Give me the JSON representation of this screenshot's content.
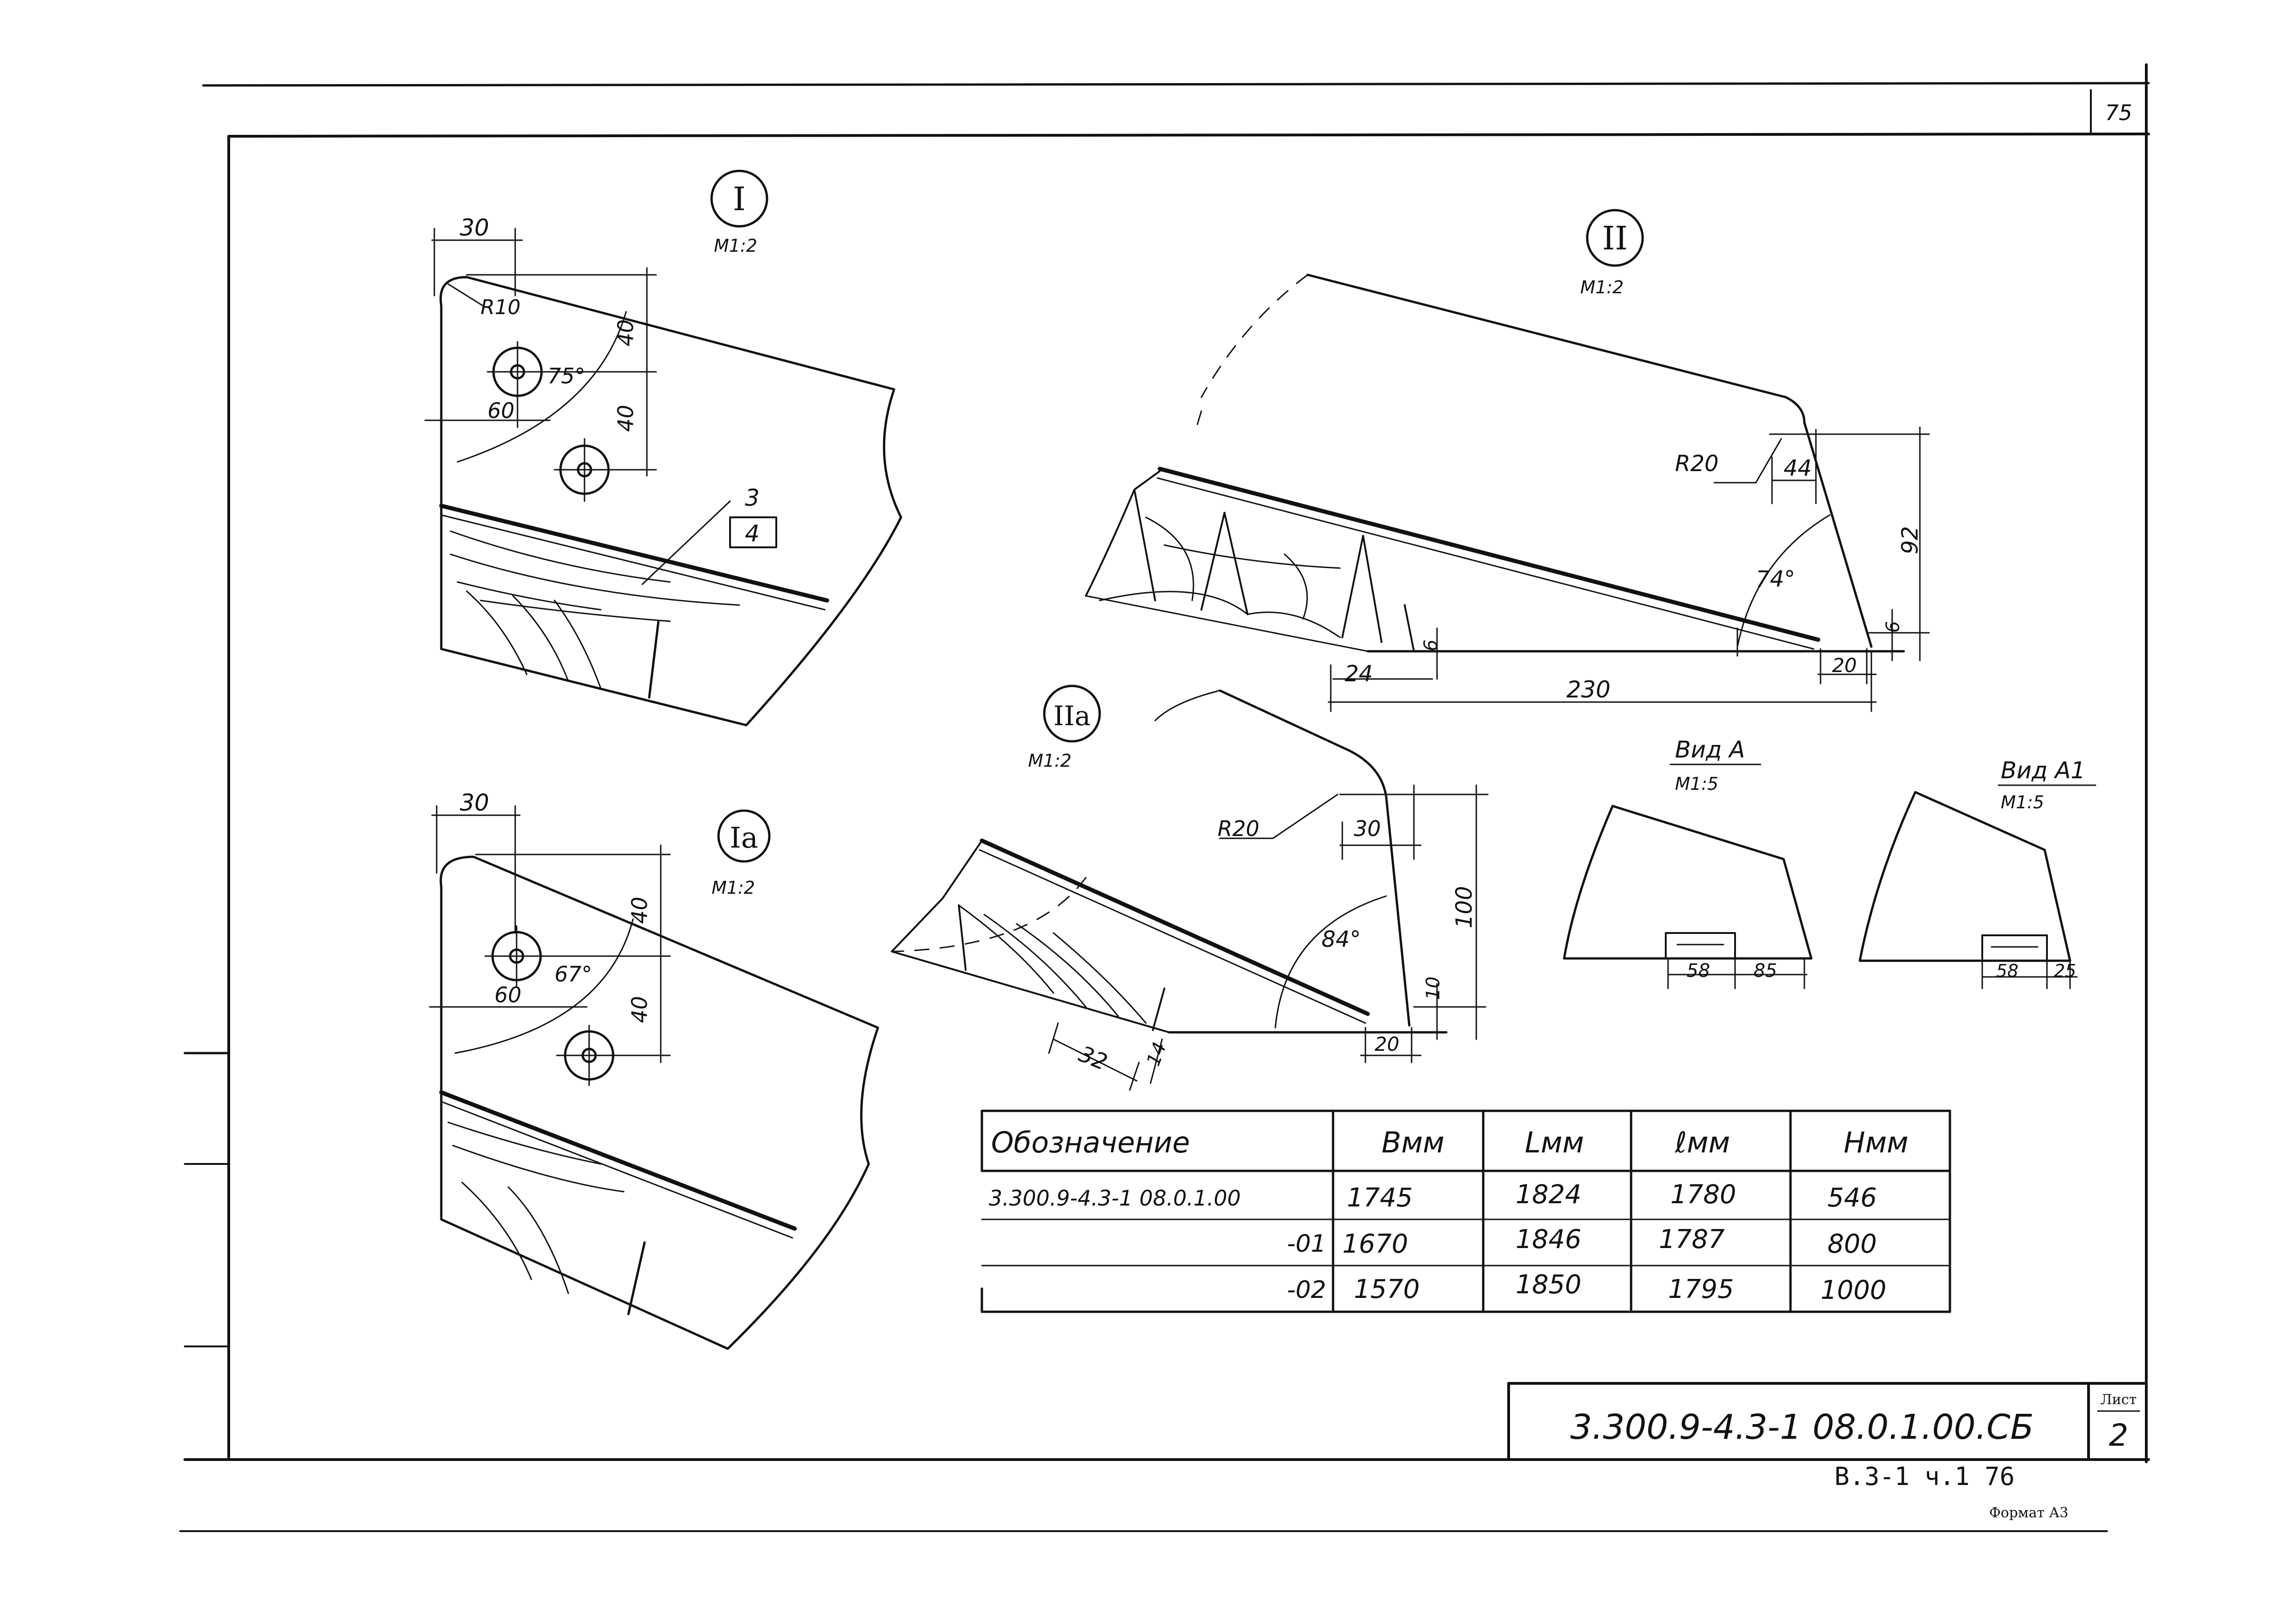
{
  "sheet": {
    "corner_number": "75",
    "designation": "3.300.9-4.3-1  08.0.1.00.СБ",
    "sheet_label": "Лист",
    "sheet_number": "2",
    "series": "В.3-1  ч.1  76",
    "format": "Формат А3"
  },
  "views": {
    "I": {
      "label": "I",
      "scale": "М1:2",
      "dims": {
        "d30": "30",
        "r10": "R10",
        "ang": "75°",
        "d60": "60",
        "d40a": "40",
        "d40b": "40"
      },
      "callout_top": "3",
      "callout_bottom": "4"
    },
    "Ia": {
      "label": "Iа",
      "scale": "М1:2",
      "dims": {
        "d30": "30",
        "ang": "67°",
        "d60": "60",
        "d40a": "40",
        "d40b": "40"
      }
    },
    "II": {
      "label": "II",
      "scale": "М1:2",
      "dims": {
        "r20": "R20",
        "d44": "44",
        "d92": "92",
        "ang": "74°",
        "d6a": "6",
        "d6b": "6",
        "d24": "24",
        "d230": "230",
        "d20": "20"
      }
    },
    "IIa": {
      "label": "IIа",
      "scale": "М1:2",
      "dims": {
        "r20": "R20",
        "d30": "30",
        "d100": "100",
        "ang": "84°",
        "d10": "10",
        "d20": "20",
        "d32": "32",
        "d14": "14"
      }
    },
    "A": {
      "title": "Вид А",
      "scale": "М1:5",
      "d58": "58",
      "d85": "85"
    },
    "A1": {
      "title": "Вид А1",
      "scale": "М1:5",
      "d58": "58",
      "d25": "25"
    }
  },
  "table": {
    "headers": [
      "Обозначение",
      "Bмм",
      "Lмм",
      "ℓмм",
      "Hмм"
    ],
    "rows": [
      [
        "3.300.9-4.3-1  08.0.1.00",
        "1745",
        "1824",
        "1780",
        "546"
      ],
      [
        "-01",
        "1670",
        "1846",
        "1787",
        "800"
      ],
      [
        "-02",
        "1570",
        "1850",
        "1795",
        "1000"
      ]
    ]
  }
}
